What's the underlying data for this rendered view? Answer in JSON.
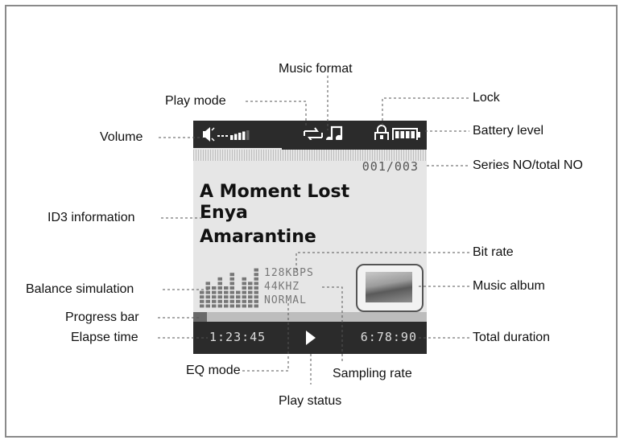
{
  "device": {
    "track_count": "001/003",
    "id3": {
      "title": "A Moment Lost",
      "artist": "Enya",
      "album": "Amarantine"
    },
    "bit_rate": "128KBPS",
    "sampling_rate": "44KHZ",
    "eq_mode": "NORMAL",
    "elapsed": "1:23:45",
    "total": "6:78:90",
    "progress": 0.06,
    "volume_level": 4,
    "battery_level": 4,
    "colors": {
      "screen": "#e6e6e6",
      "bar": "#2b2b2b"
    },
    "icons": [
      "speaker-icon",
      "repeat-icon",
      "music-note-icon",
      "lock-icon",
      "battery-icon",
      "play-icon"
    ]
  },
  "labels": {
    "music_format": "Music format",
    "play_mode": "Play mode",
    "lock": "Lock",
    "volume": "Volume",
    "battery_level": "Battery level",
    "series_no": "Series NO/total NO",
    "id3_information": "ID3 information",
    "bit_rate": "Bit rate",
    "balance_simulation": "Balance simulation",
    "music_album": "Music album",
    "progress_bar": "Progress bar",
    "elapse_time": "Elapse time",
    "total_duration": "Total duration",
    "eq_mode": "EQ mode",
    "sampling_rate": "Sampling rate",
    "play_status": "Play status"
  }
}
